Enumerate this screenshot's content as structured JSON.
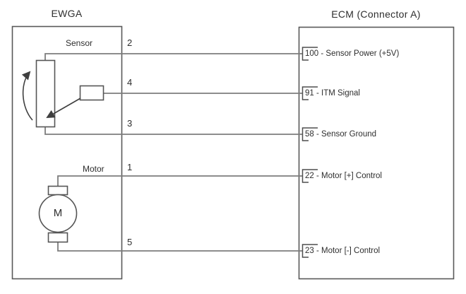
{
  "ewga": {
    "title": "EWGA",
    "sensor_section_label": "Sensor",
    "motor_section_label": "Motor",
    "motor_symbol": "M"
  },
  "ecm": {
    "title": "ECM (Connector A)"
  },
  "connections": [
    {
      "ewga_pin": "2",
      "ecm_pin": "100",
      "ecm_label": "100 - Sensor Power (+5V)"
    },
    {
      "ewga_pin": "4",
      "ecm_pin": "91",
      "ecm_label": "91 - ITM Signal"
    },
    {
      "ewga_pin": "3",
      "ecm_pin": "58",
      "ecm_label": "58 - Sensor Ground"
    },
    {
      "ewga_pin": "1",
      "ecm_pin": "22",
      "ecm_label": "22 - Motor [+] Control"
    },
    {
      "ewga_pin": "5",
      "ecm_pin": "23",
      "ecm_label": "23 - Motor [-] Control"
    }
  ],
  "icons": {
    "rotation_arrow": "curved-arrow",
    "wiper_arrow": "diagonal-arrow",
    "motor": "circle-with-M",
    "terminal": "open-bracket-pin"
  },
  "colors": {
    "background": "#ffffff",
    "box_border": "#595959",
    "component_border": "#555555",
    "wire": "#7d7d7d",
    "arrow": "#3f3f3f",
    "text": "#2e2e2e"
  }
}
